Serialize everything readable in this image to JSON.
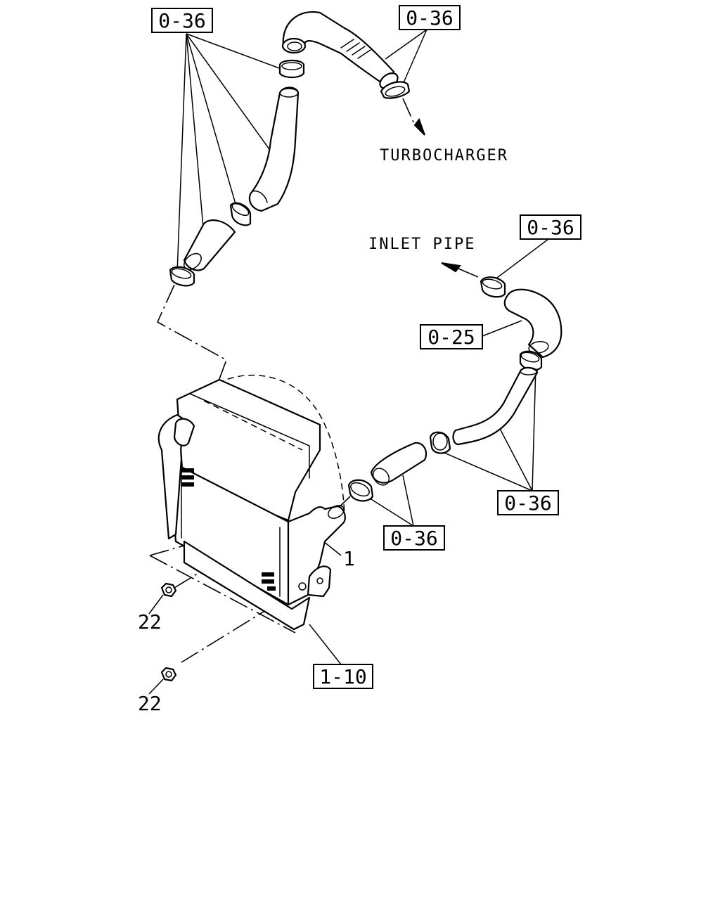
{
  "callouts": {
    "top_left": "0-36",
    "top_right": "0-36",
    "inlet_clamp": "0-36",
    "elbow_hose": "0-25",
    "right_clamps": "0-36",
    "middle_clamps": "0-36",
    "core_label": "1",
    "bracket": "1-10",
    "nut_upper": "22",
    "nut_lower": "22"
  },
  "notes": {
    "turbocharger": "TURBOCHARGER",
    "inlet_pipe": "INLET PIPE"
  }
}
